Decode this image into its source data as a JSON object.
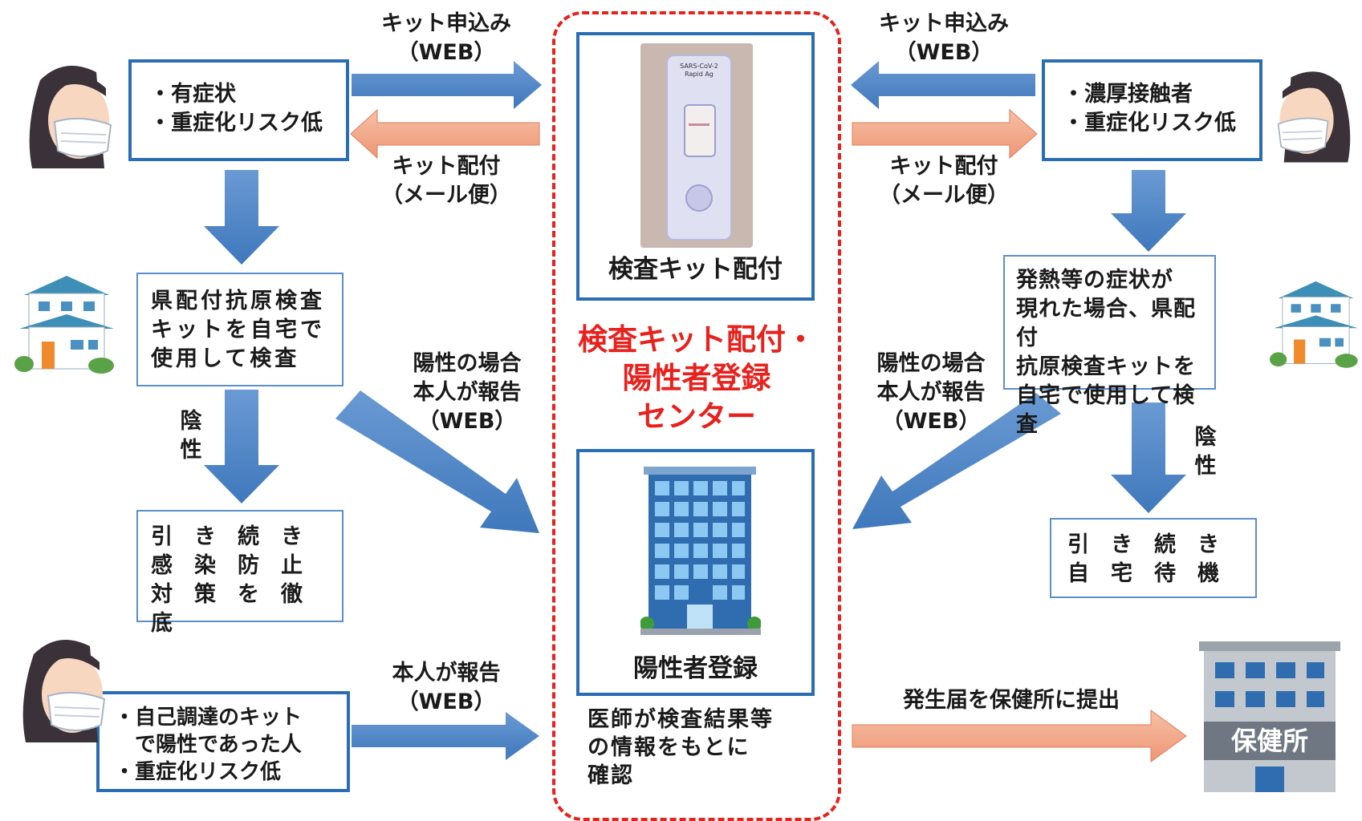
{
  "left_top": {
    "lines": "・有症状\n・重症化リスク低"
  },
  "right_top": {
    "lines": "・濃厚接触者\n・重症化リスク低"
  },
  "kit_apply_left": "キット申込み\n（WEB）",
  "kit_apply_right": "キット申込み\n（WEB）",
  "kit_delivery_left": "キット配付\n（メール便）",
  "kit_delivery_right": "キット配付\n（メール便）",
  "center_kit_label": "検査キット配付",
  "center_title": "検査キット配付・\n陽性者登録\nセンター",
  "center_register_label": "陽性者登録",
  "center_confirm": "医師が検査結果等\nの情報をもとに\n確認",
  "left_test": "県配付抗原検査\nキットを自宅で\n使用して検査",
  "right_test": "発熱等の症状が\n現れた場合、県配付\n抗原検査キットを\n自宅で使用して検査",
  "negative_left": "陰\n性",
  "negative_right": "陰\n性",
  "left_result": "引　き　続　き\n感　染　防　止\n対　策　を　徹　底",
  "right_result": "引　き　続　き\n自　宅　待　機",
  "report_left": "陽性の場合\n本人が報告\n（WEB）",
  "report_right": "陽性の場合\n本人が報告\n（WEB）",
  "bottom_left": "・自己調達のキット\n　で陽性であった人\n・重症化リスク低",
  "report_bottom": "本人が報告\n（WEB）",
  "submit_label": "発生届を保健所に提出",
  "health_center": "保健所",
  "kit_product_text": "SARS-CoV-2 Rapid Ag",
  "colors": {
    "blue_arrow": "#4f87c9",
    "orange_arrow": "#f3a98a",
    "red": "#e8211d",
    "box_border": "#2a6db5"
  }
}
